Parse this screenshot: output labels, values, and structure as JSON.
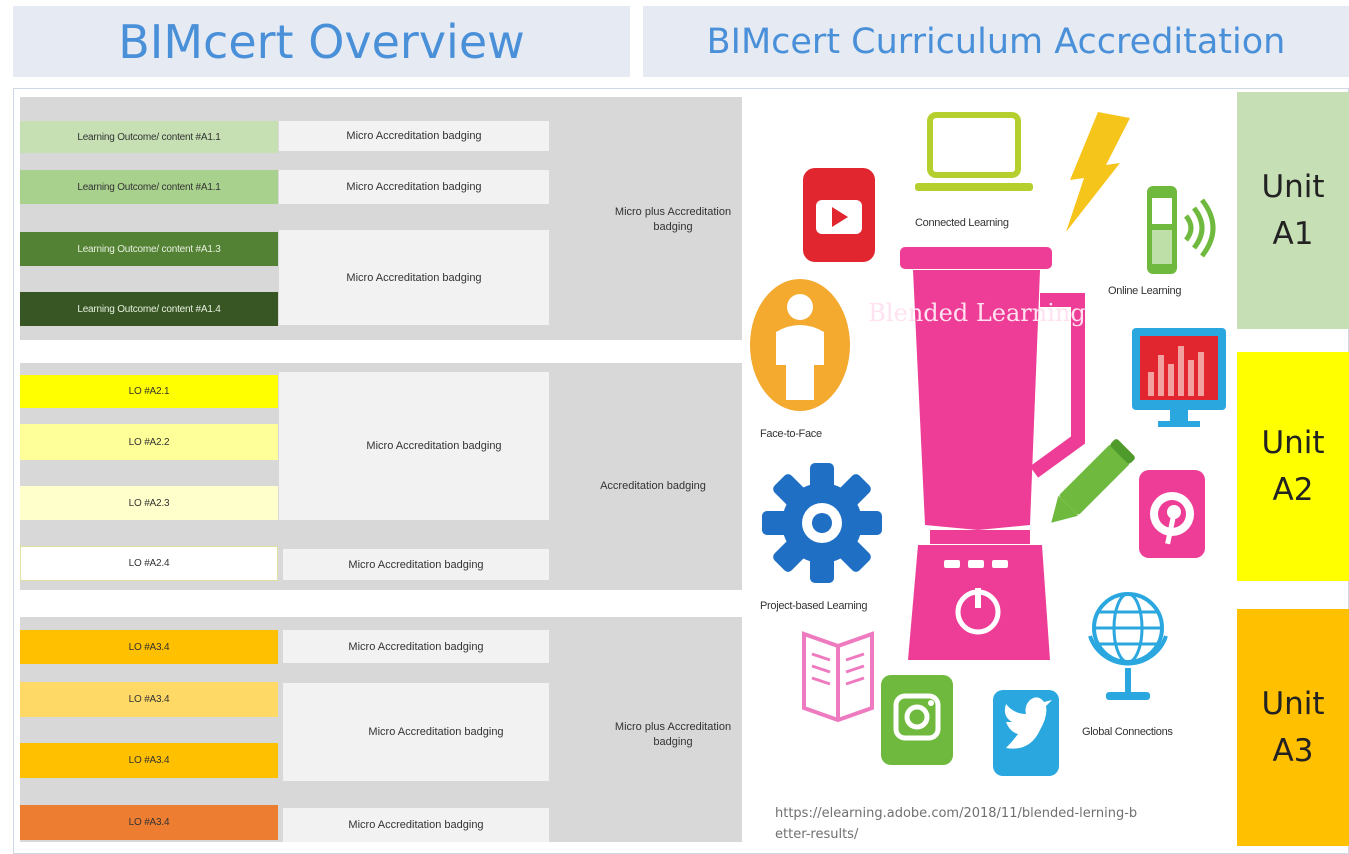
{
  "header": {
    "overview_title": "BIMcert Overview",
    "accreditation_title": "BIMcert Curriculum Accreditation"
  },
  "units": {
    "a1": {
      "title": "Unit A1",
      "color": "#c6dfb4"
    },
    "a2": {
      "title": "Unit A2",
      "color": "#ffff00"
    },
    "a3": {
      "title": "Unit A3",
      "color": "#ffc000"
    }
  },
  "unit_a1": {
    "outcomes": [
      "Learning Outcome/ content #A1.1",
      "Learning Outcome/ content #A1.1",
      "Learning Outcome/ content #A1.3",
      "Learning Outcome/ content #A1.4"
    ],
    "micro": [
      "Micro Accreditation badging",
      "Micro Accreditation badging",
      "Micro Accreditation badging"
    ],
    "level": "Micro plus Accreditation badging",
    "colors": [
      "#c6e0b4",
      "#a9d18e",
      "#548235",
      "#375623"
    ]
  },
  "unit_a2": {
    "outcomes": [
      "LO #A2.1",
      "LO #A2.2",
      "LO #A2.3",
      "LO #A2.4"
    ],
    "micro": [
      "Micro Accreditation badging",
      "Micro Accreditation badging"
    ],
    "level": "Accreditation badging",
    "colors": [
      "#ffff00",
      "#ffff99",
      "#ffffcc",
      "#ffffff"
    ]
  },
  "unit_a3": {
    "outcomes": [
      "LO #A3.4",
      "LO #A3.4",
      "LO #A3.4",
      "LO #A3.4"
    ],
    "micro": [
      "Micro Accreditation badging",
      "Micro Accreditation badging",
      "Micro Accreditation badging"
    ],
    "level": "Micro plus Accreditation badging",
    "colors": [
      "#ffc000",
      "#ffd966",
      "#ffc000",
      "#ed7d31"
    ]
  },
  "blended": {
    "center_label": "Blended Learning",
    "labels": {
      "connected": "Connected Learning",
      "online": "Online Learning",
      "face": "Face-to-Face",
      "project": "Project-based Learning",
      "global": "Global Connections"
    },
    "icons": [
      "youtube-icon",
      "laptop-icon",
      "lightning-icon",
      "mobile-phone-icon",
      "person-icon",
      "monitor-chart-icon",
      "gear-icon",
      "pencil-icon",
      "pinterest-icon",
      "globe-icon",
      "book-icon",
      "instagram-icon",
      "twitter-icon"
    ],
    "blender_color": "#ee3d96",
    "source_url": "https://elearning.adobe.com/2018/11/blended-lerning-better-results/"
  }
}
